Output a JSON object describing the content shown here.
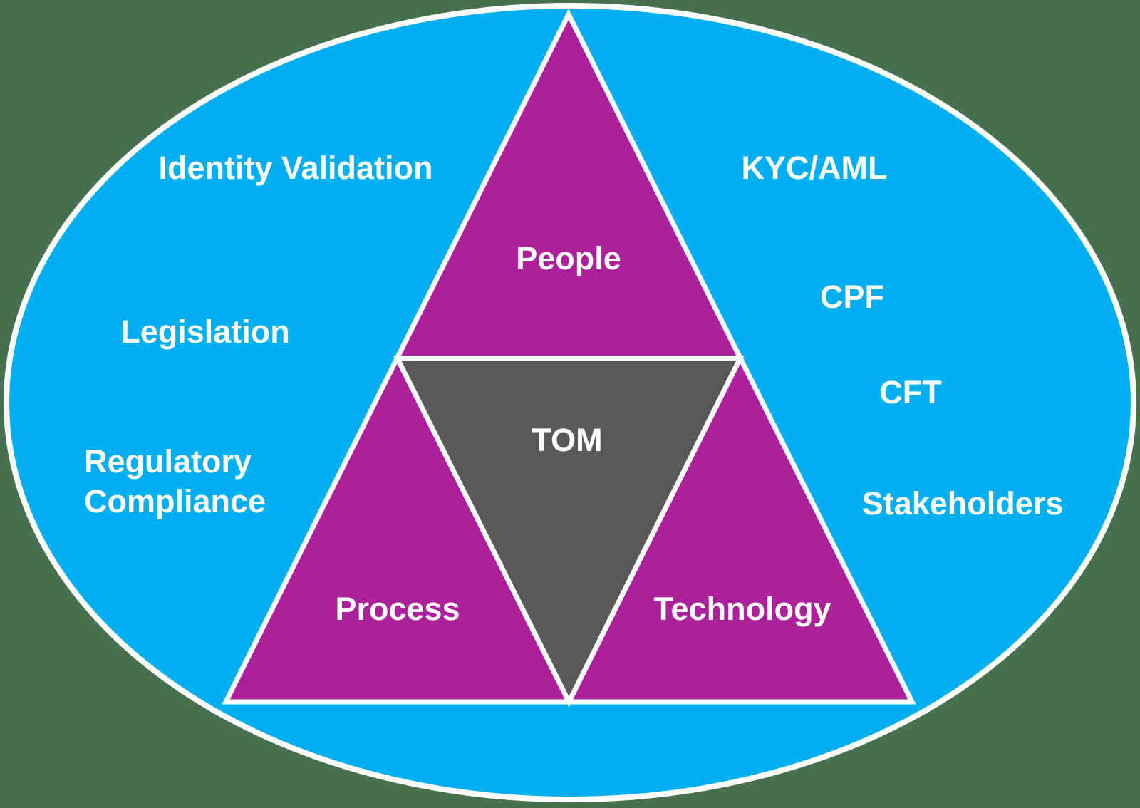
{
  "background_color": "#47714E",
  "stroke_color": "#FFFFFF",
  "text_color": "#FFFFFF",
  "ellipse": {
    "fill": "#00AFF0"
  },
  "triangles": {
    "people": {
      "label": "People",
      "fill": "#AC209C"
    },
    "process": {
      "label": "Process",
      "fill": "#AC209C"
    },
    "technology": {
      "label": "Technology",
      "fill": "#AC209C"
    },
    "tom": {
      "label": "TOM",
      "fill": "#595959"
    }
  },
  "ellipse_labels": {
    "identity_validation": "Identity Validation",
    "legislation": "Legislation",
    "regulatory_compliance": "Regulatory\nCompliance",
    "kyc_aml": "KYC/AML",
    "cpf": "CPF",
    "cft": "CFT",
    "stakeholders": "Stakeholders"
  }
}
